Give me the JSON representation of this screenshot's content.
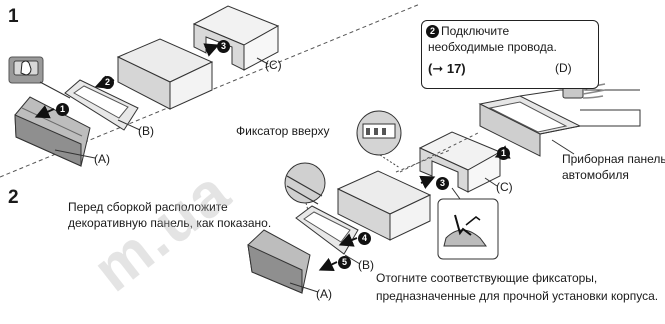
{
  "steps": {
    "step1": "1",
    "step2": "2"
  },
  "parts": {
    "a1": "(A)",
    "b1": "(B)",
    "c1": "(C)",
    "a2": "(A)",
    "b2": "(B)",
    "c2": "(C)",
    "d": "(D)"
  },
  "badges": {
    "b1": "1",
    "b2": "2",
    "b3": "3",
    "b4": "4",
    "b5": "5"
  },
  "callout": {
    "badge": "2",
    "line1": "Подключите",
    "line2": "необходимые провода.",
    "ref": "(➞ 17)"
  },
  "labels": {
    "latch_up": "Фиксатор вверху",
    "assemble_line1": "Перед сборкой расположите",
    "assemble_line2": "декоративную панель, как показано.",
    "dash_line1": "Приборная панель",
    "dash_line2": "автомобиля",
    "bend_line1": "Отогните соответствующие фиксаторы,",
    "bend_line2": "предназначенные для прочной установки корпуса."
  },
  "watermark": "m.ua"
}
